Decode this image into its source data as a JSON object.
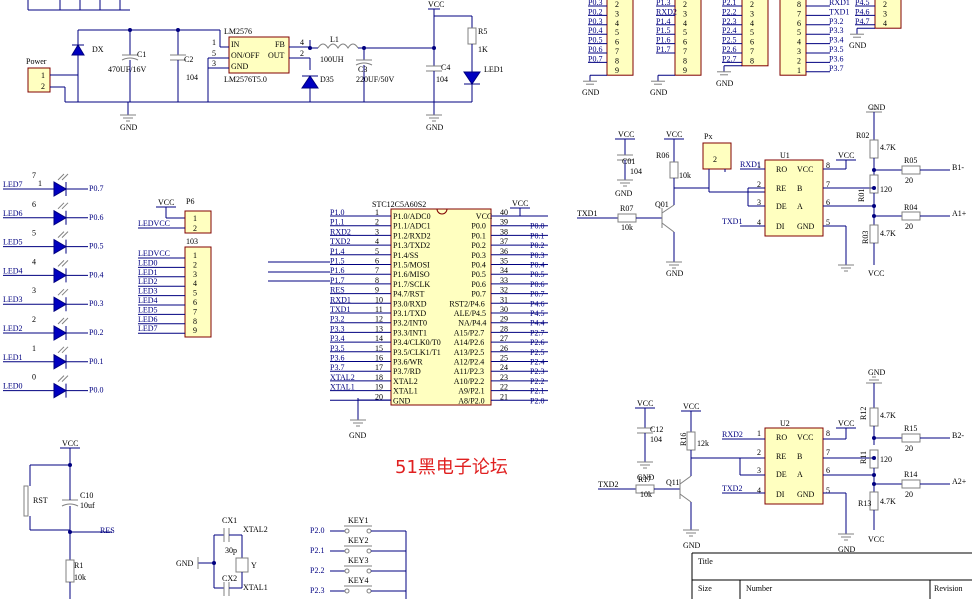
{
  "power": {
    "connector": "Power",
    "pins": [
      "1",
      "2"
    ],
    "diode": "DX",
    "c1": "C1",
    "c1_val": "470UF/16V",
    "c2": "C2",
    "c2_val": "104",
    "reg": "LM2576",
    "reg_part": "LM2576T5.0",
    "reg_pins": [
      "IN",
      "ON/OFF",
      "GND",
      "FB",
      "OUT"
    ],
    "reg_nums": [
      "1",
      "5",
      "3",
      "4",
      "2"
    ],
    "l1": "L1",
    "l1_val": "100UH",
    "d35": "D35",
    "c3": "C3",
    "c3_val": "220UF/50V",
    "c4": "C4",
    "c4_val": "104",
    "r5": "R5",
    "r5_val": "1K",
    "led1": "LED1",
    "vcc": "VCC",
    "gnd": "GND"
  },
  "leds": [
    {
      "name": "LED7",
      "num": "7",
      "net": "P0.7"
    },
    {
      "name": "LED6",
      "num": "6",
      "net": "P0.6"
    },
    {
      "name": "LED5",
      "num": "5",
      "net": "P0.5"
    },
    {
      "name": "LED4",
      "num": "4",
      "net": "P0.4"
    },
    {
      "name": "LED3",
      "num": "3",
      "net": "P0.3"
    },
    {
      "name": "LED2",
      "num": "2",
      "net": "P0.2"
    },
    {
      "name": "LED1",
      "num": "1",
      "net": "P0.1"
    },
    {
      "name": "LED0",
      "num": "0",
      "net": "P0.0"
    }
  ],
  "led_extra_one": "1",
  "p6": {
    "ref": "P6",
    "vcc": "VCC",
    "ledvcc": "LEDVCC",
    "pins": [
      "1",
      "2"
    ]
  },
  "j103": {
    "ref": "103",
    "nets": [
      "LEDVCC",
      "LED0",
      "LED1",
      "LED2",
      "LED3",
      "LED4",
      "LED5",
      "LED6",
      "LED7"
    ],
    "pins": [
      "1",
      "2",
      "3",
      "4",
      "5",
      "6",
      "7",
      "8",
      "9"
    ]
  },
  "mcu": {
    "part": "STC12C5A60S2",
    "vcc": "VCC",
    "gnd": "GND",
    "left": [
      {
        "net": "P1.0",
        "pin": "1",
        "name": "P1.0/ADC0"
      },
      {
        "net": "P1.1",
        "pin": "2",
        "name": "P1.1/ADC1"
      },
      {
        "net": "RXD2",
        "pin": "3",
        "name": "P1.2/RXD2"
      },
      {
        "net": "TXD2",
        "pin": "4",
        "name": "P1.3/TXD2"
      },
      {
        "net": "P1.4",
        "pin": "5",
        "name": "P1.4/SS"
      },
      {
        "net": "P1.5",
        "pin": "6",
        "name": "P1.5/MOSI"
      },
      {
        "net": "P1.6",
        "pin": "7",
        "name": "P1.6/MISO"
      },
      {
        "net": "P1.7",
        "pin": "8",
        "name": "P1.7/SCLK"
      },
      {
        "net": "RES",
        "pin": "9",
        "name": "P4.7/RST"
      },
      {
        "net": "RXD1",
        "pin": "10",
        "name": "P3.0/RXD"
      },
      {
        "net": "TXD1",
        "pin": "11",
        "name": "P3.1/TXD"
      },
      {
        "net": "P3.2",
        "pin": "12",
        "name": "P3.2/INT0"
      },
      {
        "net": "P3.3",
        "pin": "13",
        "name": "P3.3/INT1"
      },
      {
        "net": "P3.4",
        "pin": "14",
        "name": "P3.4/CLK0/T0"
      },
      {
        "net": "P3.5",
        "pin": "15",
        "name": "P3.5/CLK1/T1"
      },
      {
        "net": "P3.6",
        "pin": "16",
        "name": "P3.6/WR"
      },
      {
        "net": "P3.7",
        "pin": "17",
        "name": "P3.7/RD"
      },
      {
        "net": "XTAL2",
        "pin": "18",
        "name": "XTAL2"
      },
      {
        "net": "XTAL1",
        "pin": "19",
        "name": "XTAL1"
      },
      {
        "net": "",
        "pin": "20",
        "name": "GND"
      }
    ],
    "right": [
      {
        "net": "",
        "pin": "40",
        "name": "VCC"
      },
      {
        "net": "P0.0",
        "pin": "39",
        "name": "P0.0"
      },
      {
        "net": "P0.1",
        "pin": "38",
        "name": "P0.1"
      },
      {
        "net": "P0.2",
        "pin": "37",
        "name": "P0.2"
      },
      {
        "net": "P0.3",
        "pin": "36",
        "name": "P0.3"
      },
      {
        "net": "P0.4",
        "pin": "35",
        "name": "P0.4"
      },
      {
        "net": "P0.5",
        "pin": "34",
        "name": "P0.5"
      },
      {
        "net": "P0.6",
        "pin": "33",
        "name": "P0.6"
      },
      {
        "net": "P0.7",
        "pin": "32",
        "name": "P0.7"
      },
      {
        "net": "P4.6",
        "pin": "31",
        "name": "RST2/P4.6"
      },
      {
        "net": "P4.5",
        "pin": "30",
        "name": "ALE/P4.5"
      },
      {
        "net": "P4.4",
        "pin": "29",
        "name": "NA/P4.4"
      },
      {
        "net": "P2.7",
        "pin": "28",
        "name": "A15/P2.7"
      },
      {
        "net": "P2.6",
        "pin": "27",
        "name": "A14/P2.6"
      },
      {
        "net": "P2.5",
        "pin": "26",
        "name": "A13/P2.5"
      },
      {
        "net": "P2.4",
        "pin": "25",
        "name": "A12/P2.4"
      },
      {
        "net": "P2.3",
        "pin": "24",
        "name": "A11/P2.3"
      },
      {
        "net": "P2.2",
        "pin": "23",
        "name": "A10/P2.2"
      },
      {
        "net": "P2.1",
        "pin": "22",
        "name": "A9/P2.1"
      },
      {
        "net": "P2.0",
        "pin": "21",
        "name": "A8/P2.0"
      }
    ]
  },
  "headers": {
    "h1": {
      "nets": [
        "P0.3",
        "P0.2",
        "P0.3",
        "P0.4",
        "P0.5",
        "P0.6",
        "P0.7"
      ],
      "pins": [
        "2",
        "3",
        "4",
        "5",
        "6",
        "7",
        "8",
        "9"
      ]
    },
    "h2": {
      "nets": [
        "P1.3",
        "RXD2",
        "P1.4",
        "P1.5",
        "P1.6",
        "P1.7"
      ],
      "pins": [
        "2",
        "3",
        "4",
        "5",
        "6",
        "7",
        "8",
        "9"
      ]
    },
    "h3": {
      "nets": [
        "P2.1",
        "P2.2",
        "P2.3",
        "P2.4",
        "P2.5",
        "P2.6",
        "P2.7"
      ],
      "pins": [
        "2",
        "3",
        "4",
        "5",
        "6",
        "7",
        "8"
      ]
    },
    "h4": {
      "nets": [
        "RXD1",
        "TXD1",
        "P3.2",
        "P3.3",
        "P3.4",
        "P3.5",
        "P3.6",
        "P3.7"
      ],
      "pins": [
        "8",
        "7",
        "6",
        "5",
        "4",
        "3",
        "2",
        "1"
      ]
    },
    "h5": {
      "nets": [
        "P4.5",
        "P4.6",
        "P4.7"
      ],
      "pins": [
        "2",
        "3",
        "4"
      ]
    }
  },
  "rs485_1": {
    "u": "U1",
    "px": "Px",
    "c": "C01",
    "c_val": "104",
    "r6": "R06",
    "r6_val": "10k",
    "r7": "R07",
    "r7_val": "10k",
    "q": "Q01",
    "rxd": "RXD1",
    "txd_in": "TXD1",
    "txd_out": "TXD1",
    "pins_l": [
      "RO",
      "RE",
      "DE",
      "DI"
    ],
    "pins_r": [
      "VCC",
      "B",
      "A",
      "GND"
    ],
    "nums_l": [
      "1",
      "2",
      "3",
      "4"
    ],
    "nums_r": [
      "8",
      "7",
      "6",
      "5"
    ],
    "r02": "R02",
    "r02_val": "4.7K",
    "r01": "R01",
    "r01_val": "120",
    "r03": "R03",
    "r03_val": "4.7K",
    "r05": "R05",
    "r05_val": "20",
    "r04": "R04",
    "r04_val": "20",
    "out_b": "B1-",
    "out_a": "A1+"
  },
  "rs485_2": {
    "u": "U2",
    "c": "C12",
    "c_val": "104",
    "r6": "R16",
    "r6_val": "12k",
    "r7": "R17",
    "r7_val": "10k",
    "q": "Q11",
    "rxd": "RXD2",
    "txd_in": "TXD2",
    "txd_out": "TXD2",
    "r12": "R12",
    "r12_val": "4.7K",
    "r11": "R11",
    "r11_val": "120",
    "r13": "R13",
    "r13_val": "4.7K",
    "r15": "R15",
    "r15_val": "20",
    "r14": "R14",
    "r14_val": "20",
    "out_b": "B2-",
    "out_a": "A2+"
  },
  "reset": {
    "vcc": "VCC",
    "rst": "RST",
    "c10": "C10",
    "c10_val": "10uf",
    "r1": "R1",
    "r1_val": "10k",
    "res": "RES"
  },
  "xtal": {
    "cx1": "CX1",
    "cx2": "CX2",
    "val": "30p",
    "xtal2": "XTAL2",
    "xtal1": "XTAL1",
    "y": "Y",
    "gnd": "GND"
  },
  "keys": [
    {
      "net": "P2.0",
      "ref": "KEY1"
    },
    {
      "net": "P2.1",
      "ref": "KEY2"
    },
    {
      "net": "P2.2",
      "ref": "KEY3"
    },
    {
      "net": "P2.3",
      "ref": "KEY4"
    }
  ],
  "watermark": "51黑电子论坛",
  "titleblock": {
    "title": "Title",
    "size": "Size",
    "number": "Number",
    "revision": "Revision"
  },
  "colors": {
    "wire": "#000080",
    "body": "#ffffc0",
    "outline": "#800000",
    "watermark": "#e02020"
  }
}
